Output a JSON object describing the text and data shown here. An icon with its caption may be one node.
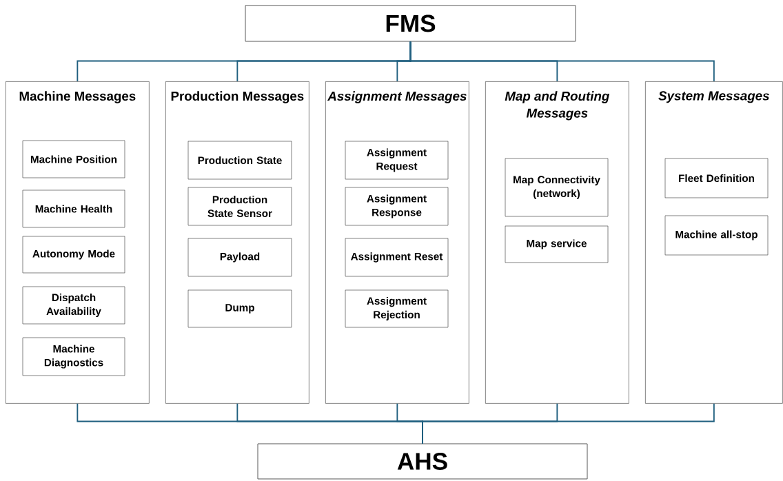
{
  "diagram": {
    "nodes": [
      {
        "text": [
          "FMS"
        ]
      },
      {
        "text": [
          "Machine Messages"
        ]
      },
      {
        "text": [
          "Machine Position"
        ],
        "in": 1
      },
      {
        "text": [
          "Machine Health"
        ],
        "in": 1
      },
      {
        "text": [
          "Autonomy Mode"
        ],
        "in": 1
      },
      {
        "text": [
          "Dispatch Availability"
        ],
        "in": 1
      },
      {
        "text": [
          "Machine Diagnostics"
        ],
        "in": 1
      },
      {
        "text": [
          "Production Messages"
        ]
      },
      {
        "text": [
          "Production State"
        ],
        "in": 7
      },
      {
        "text": [
          "Production State Sensor"
        ],
        "in": 7
      },
      {
        "text": [
          "Payload"
        ],
        "in": 7
      },
      {
        "text": [
          "Dump"
        ],
        "in": 7
      },
      {
        "text": [
          "Assignment Messages"
        ]
      },
      {
        "text": [
          "Assignment Request"
        ],
        "in": 12
      },
      {
        "text": [
          "Assignment Response"
        ],
        "in": 12
      },
      {
        "text": [
          "Assignment Reset"
        ],
        "in": 12
      },
      {
        "text": [
          "Assignment Rejection"
        ],
        "in": 12
      },
      {
        "text": [
          "Map and Routing Messages"
        ]
      },
      {
        "text": [
          "Map Connectivity (network)"
        ],
        "in": 17
      },
      {
        "text": [
          "Map service"
        ],
        "in": 17
      },
      {
        "text": [
          "System Messages"
        ]
      },
      {
        "text": [
          "Fleet Definition"
        ],
        "in": 20
      },
      {
        "text": [
          "Machine all-stop"
        ],
        "in": 20
      },
      {
        "text": [
          "AHS"
        ]
      }
    ],
    "edges": [
      {
        "from": 0,
        "to": 1,
        "arrow": "none"
      },
      {
        "from": 0,
        "to": 7,
        "arrow": "none"
      },
      {
        "from": 0,
        "to": 12,
        "arrow": "none"
      },
      {
        "from": 0,
        "to": 17,
        "arrow": "none"
      },
      {
        "from": 0,
        "to": 20,
        "arrow": "none"
      },
      {
        "from": 1,
        "to": 23,
        "arrow": "none"
      },
      {
        "from": 7,
        "to": 23,
        "arrow": "none"
      },
      {
        "from": 12,
        "to": 23,
        "arrow": "none"
      },
      {
        "from": 17,
        "to": 23,
        "arrow": "none"
      },
      {
        "from": 20,
        "to": 23,
        "arrow": "none"
      }
    ]
  }
}
